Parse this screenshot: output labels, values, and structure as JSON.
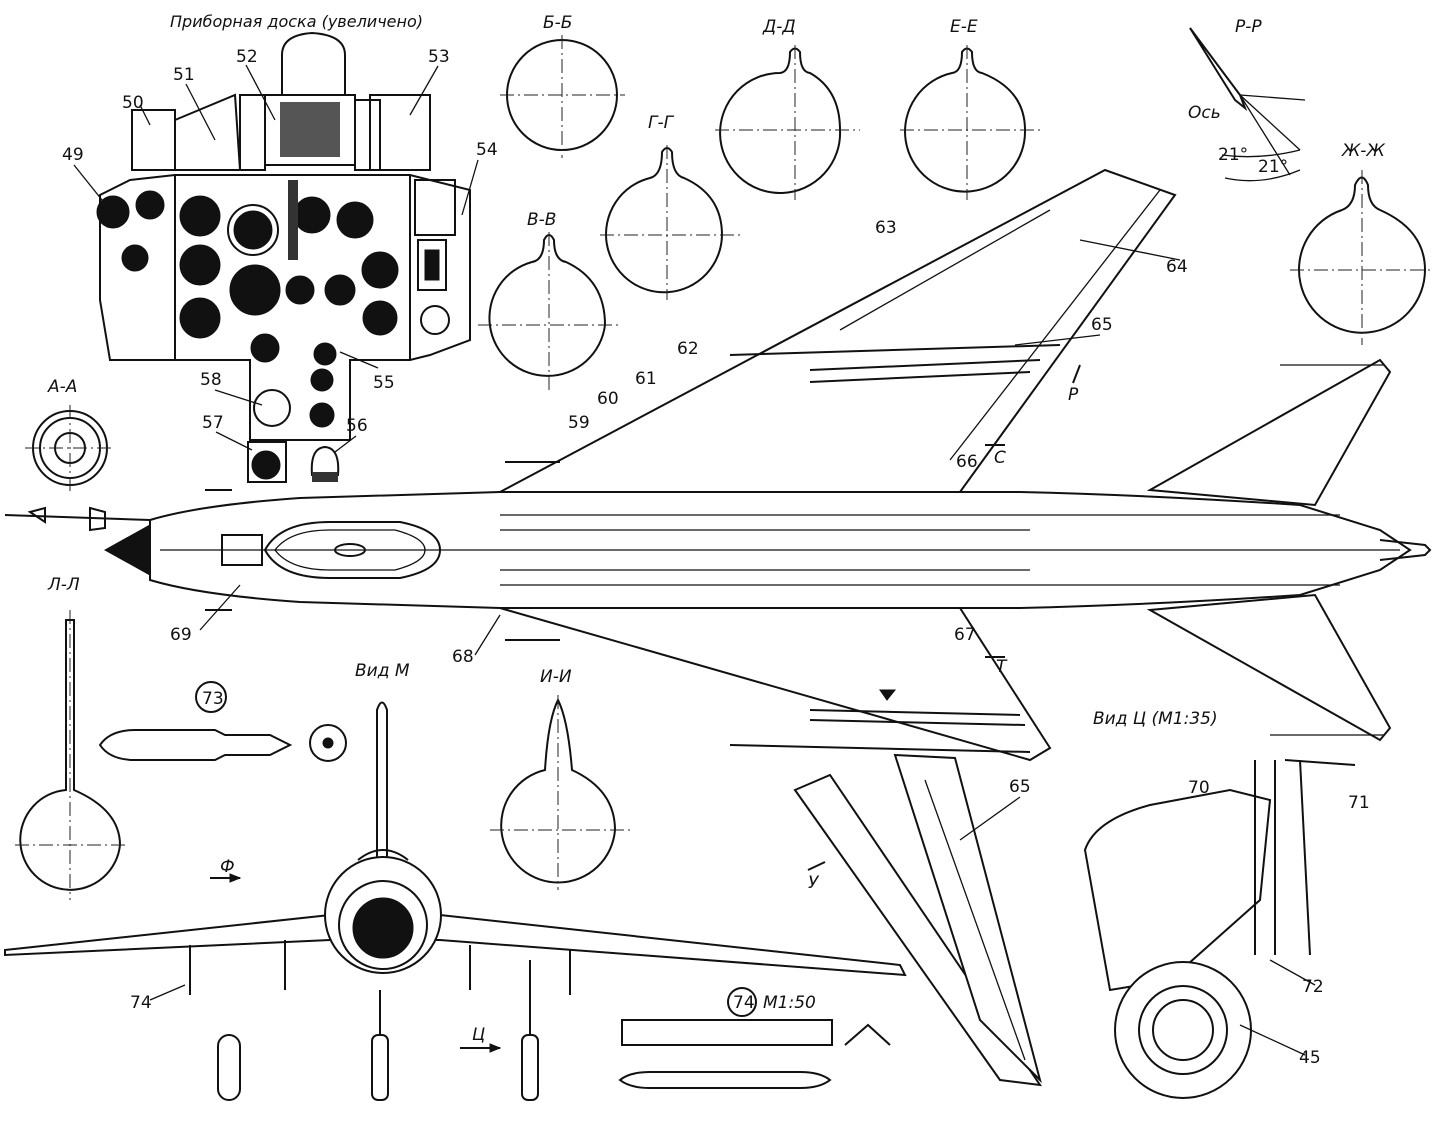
{
  "title": "Приборная доска (увеличено)",
  "section_labels": {
    "bb": "Б-Б",
    "dd": "Д-Д",
    "ee": "Е-Е",
    "rr": "Р-Р",
    "gg": "Г-Г",
    "zhzh": "Ж-Ж",
    "vv": "В-В",
    "aa": "А-А",
    "ll": "Л-Л",
    "ii": "И-И"
  },
  "view_labels": {
    "view_m": "Вид М",
    "view_ts": "Вид Ц (М1:35)",
    "scale_74": "М1:50"
  },
  "angle_labels": {
    "axis": "Ось",
    "angle_a": "21°",
    "angle_b": "21°"
  },
  "cut_marks": {
    "p": "Р",
    "s": "С",
    "t": "Т",
    "u": "У",
    "f": "Ф",
    "ts": "Ц"
  },
  "callouts": {
    "c45": "45",
    "c49": "49",
    "c50": "50",
    "c51": "51",
    "c52": "52",
    "c53": "53",
    "c54": "54",
    "c55": "55",
    "c56": "56",
    "c57": "57",
    "c58": "58",
    "c59": "59",
    "c60": "60",
    "c61": "61",
    "c62": "62",
    "c63": "63",
    "c64": "64",
    "c65a": "65",
    "c65b": "65",
    "c66": "66",
    "c67": "67",
    "c68": "68",
    "c69": "69",
    "c70": "70",
    "c71": "71",
    "c72": "72",
    "c73": "73",
    "c74a": "74",
    "c74b": "74"
  }
}
